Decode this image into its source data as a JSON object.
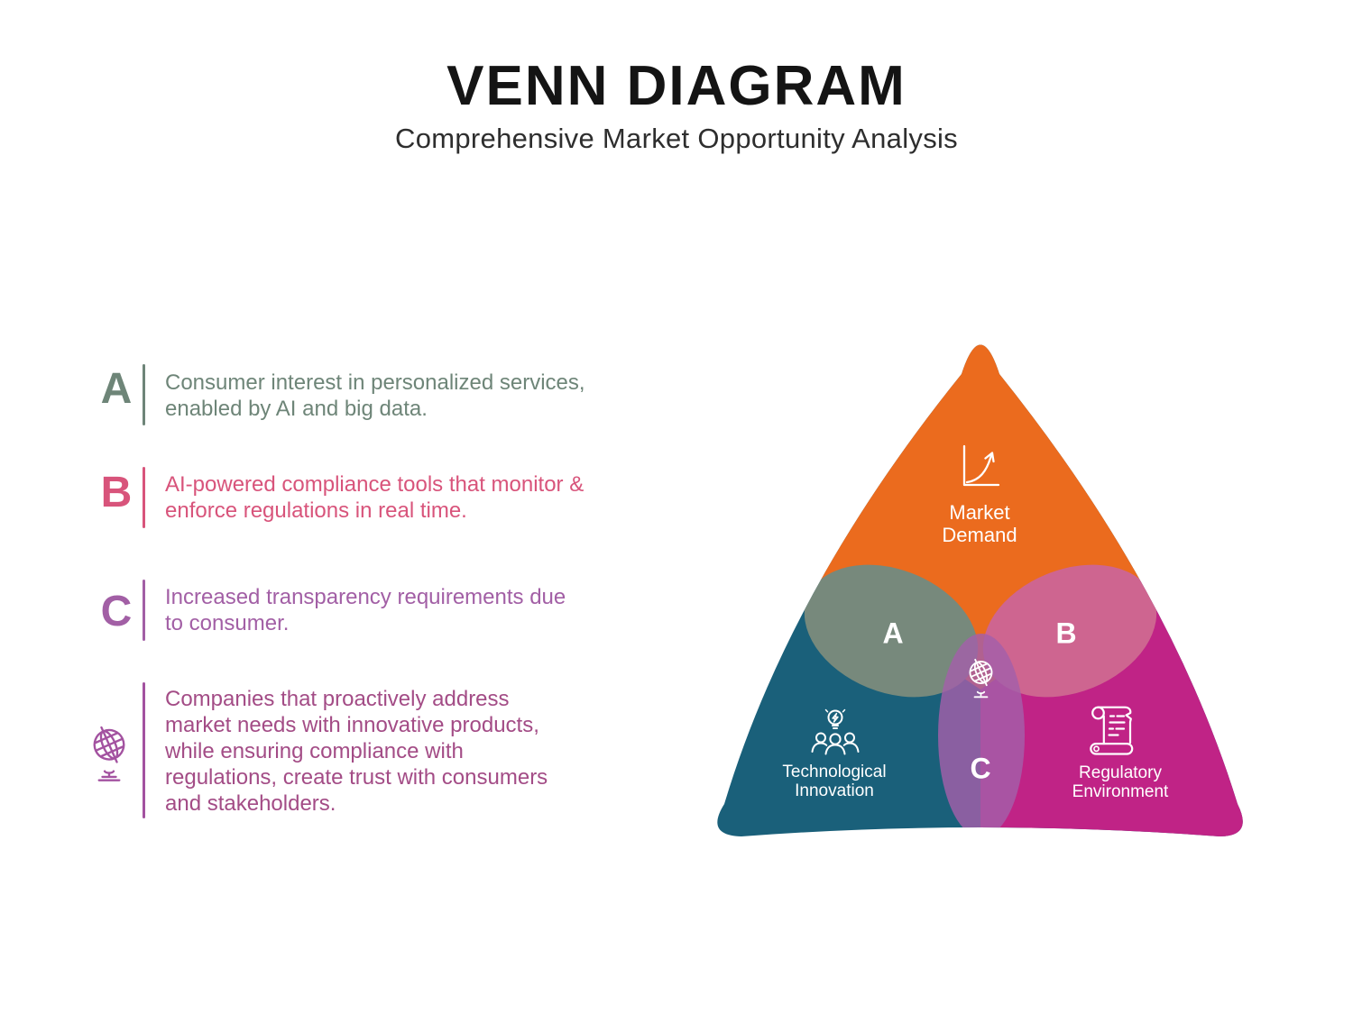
{
  "header": {
    "title": "VENN DIAGRAM",
    "subtitle": "Comprehensive Market Opportunity Analysis"
  },
  "legend": {
    "items": [
      {
        "letter": "A",
        "color": "#6E8578",
        "text": "Consumer interest in personalized services,\nenabled by AI and big data."
      },
      {
        "letter": "B",
        "color": "#D8547B",
        "text": "AI-powered compliance tools that monitor &\nenforce regulations in real time."
      },
      {
        "letter": "C",
        "color": "#A25FA5",
        "text": "Increased transparency requirements due\nto consumer."
      },
      {
        "icon": "globe-icon",
        "color": "#A34C86",
        "text": "Companies that proactively address\nmarket needs with innovative products,\nwhile ensuring compliance with\nregulations, create trust with consumers\nand stakeholders."
      }
    ]
  },
  "venn": {
    "sets": [
      {
        "label": "Market\nDemand",
        "icon": "growth-chart-icon",
        "color": "#EB6B1E"
      },
      {
        "label": "Technological\nInnovation",
        "icon": "team-idea-icon",
        "color": "#1A607A"
      },
      {
        "label": "Regulatory\nEnvironment",
        "icon": "scroll-icon",
        "color": "#C02386"
      }
    ],
    "overlaps": [
      {
        "label": "A",
        "color": "#77897C"
      },
      {
        "label": "B",
        "color": "#CE6590"
      },
      {
        "label": "C",
        "color": "#A45FA9"
      }
    ],
    "center_icon": "desk-globe-icon"
  }
}
